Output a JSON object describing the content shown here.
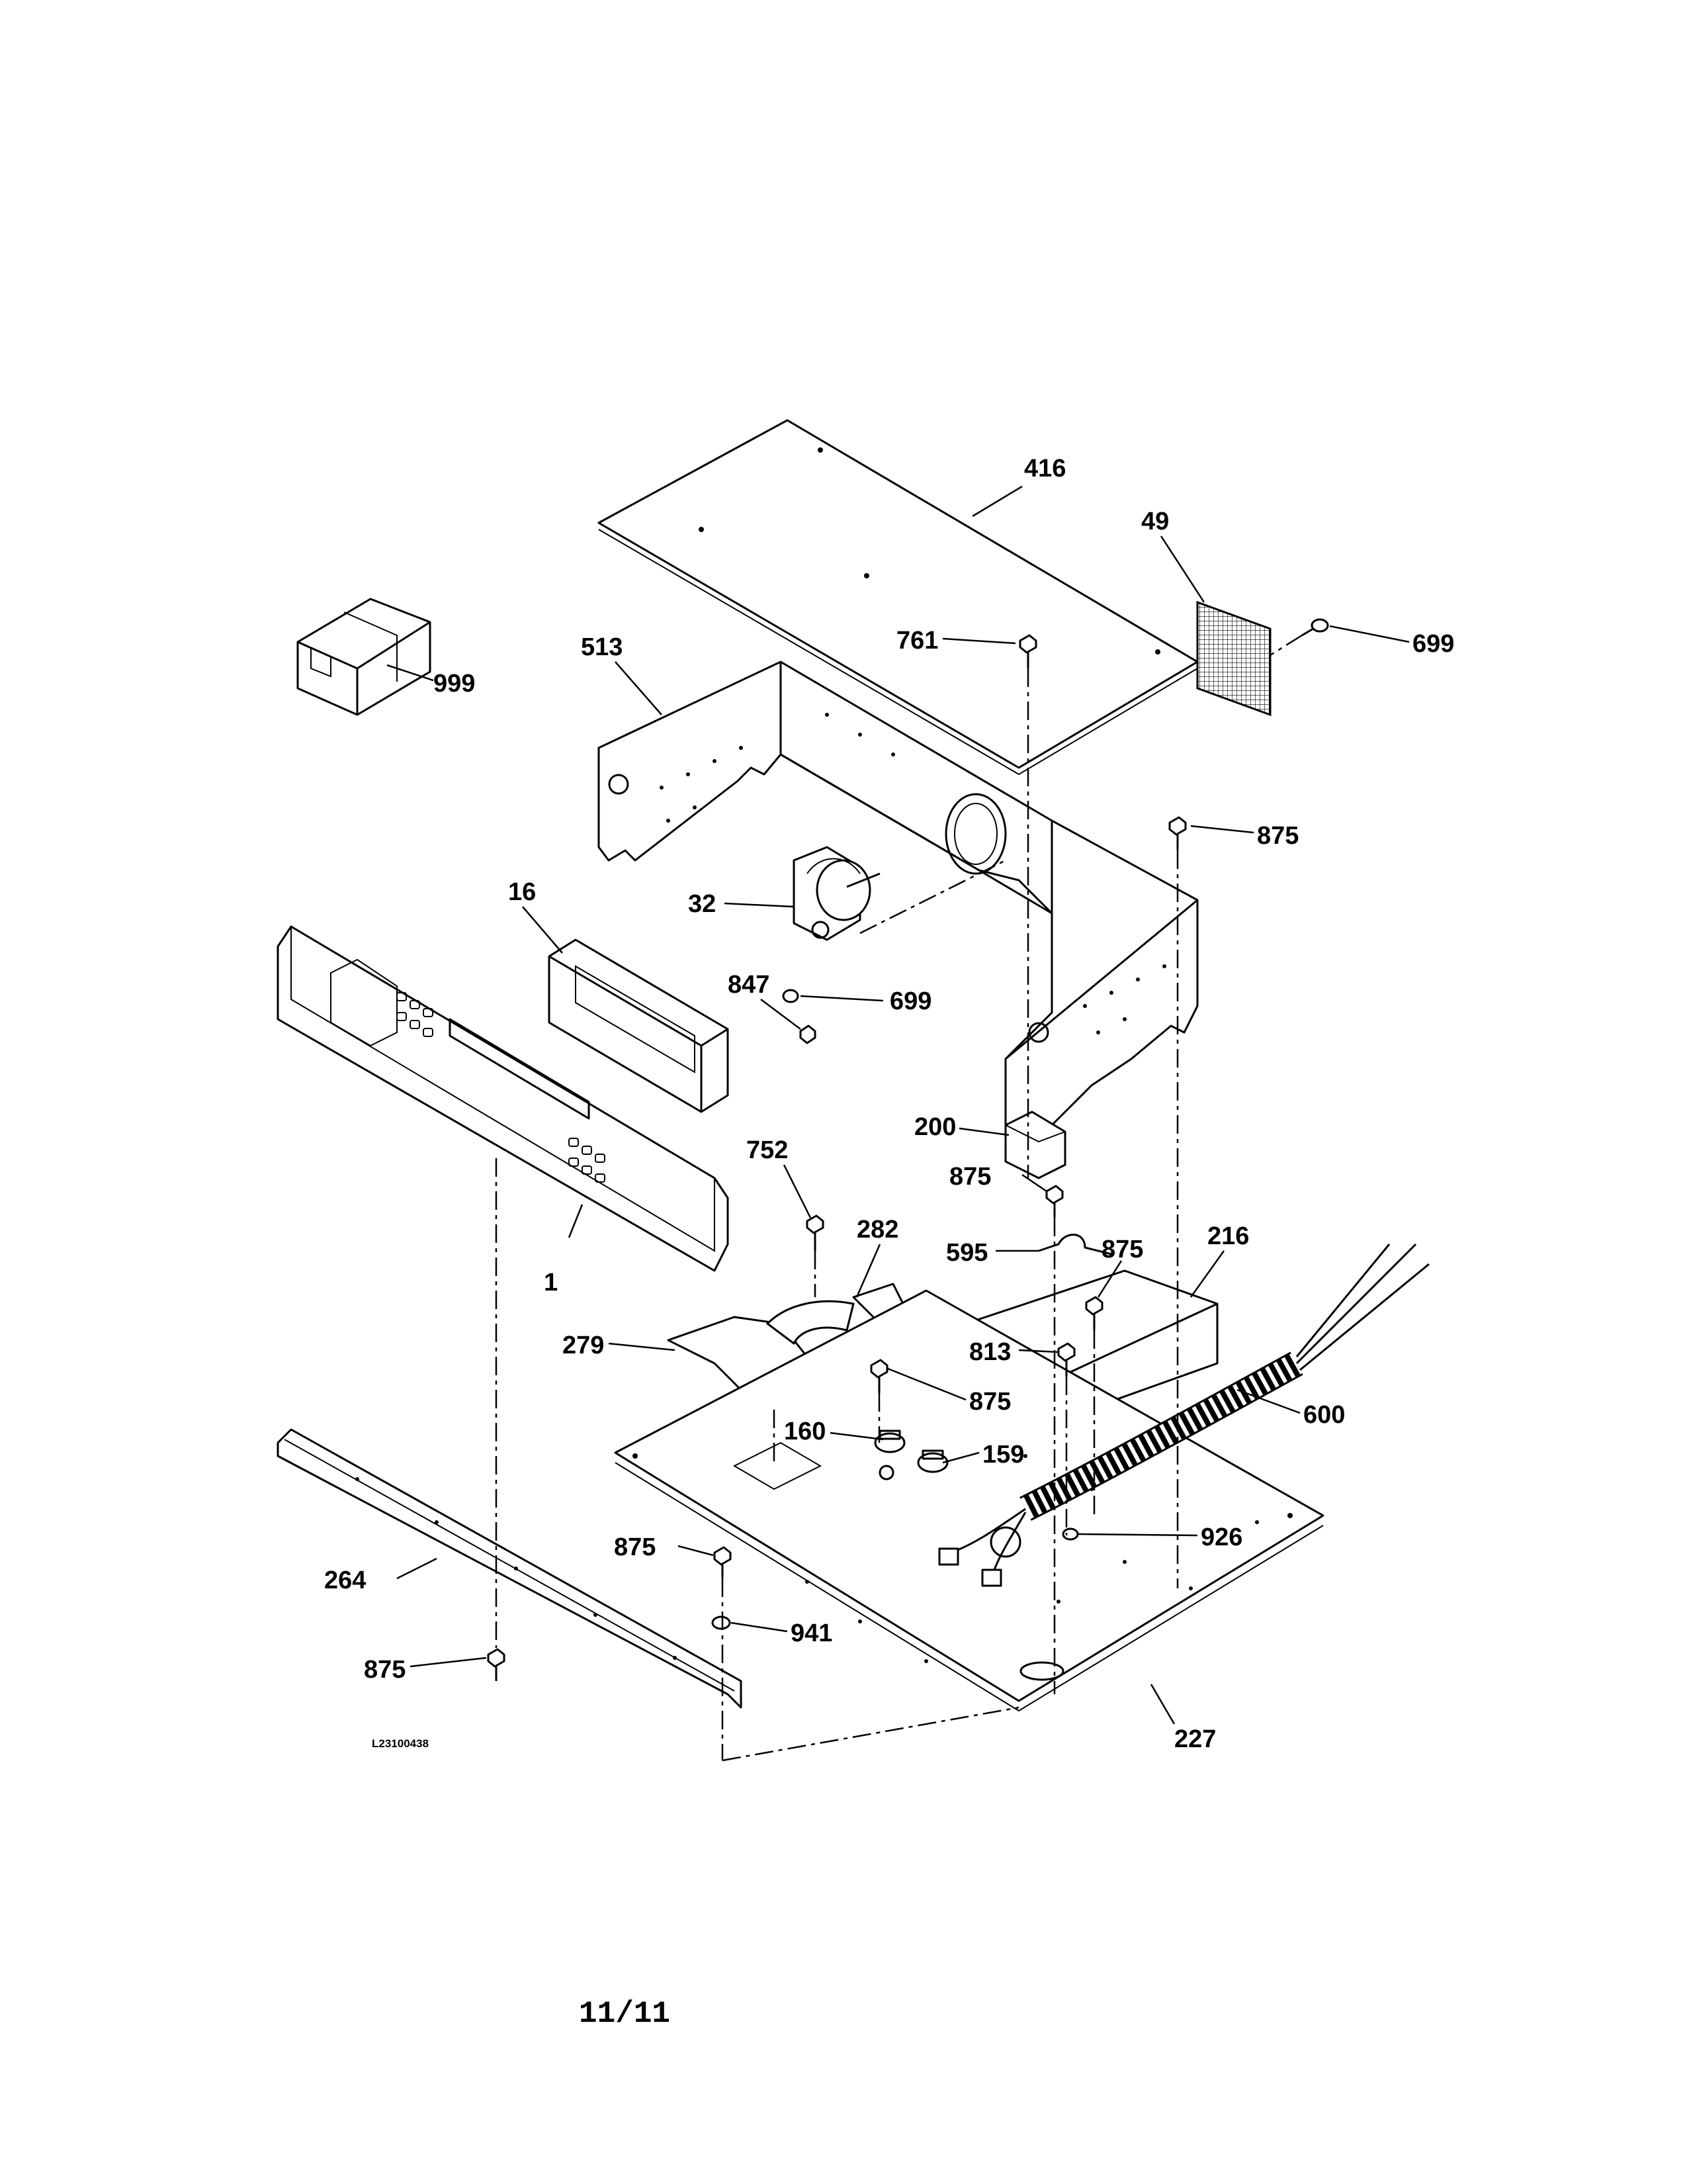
{
  "diagram": {
    "drawing_code": "L23100438",
    "page_number": "11/11",
    "callouts": [
      {
        "id": "c416",
        "label": "416"
      },
      {
        "id": "c49",
        "label": "49"
      },
      {
        "id": "c699a",
        "label": "699"
      },
      {
        "id": "c761",
        "label": "761"
      },
      {
        "id": "c513",
        "label": "513"
      },
      {
        "id": "c999",
        "label": "999"
      },
      {
        "id": "c875a",
        "label": "875"
      },
      {
        "id": "c16",
        "label": "16"
      },
      {
        "id": "c32",
        "label": "32"
      },
      {
        "id": "c847",
        "label": "847"
      },
      {
        "id": "c699b",
        "label": "699"
      },
      {
        "id": "c200",
        "label": "200"
      },
      {
        "id": "c752",
        "label": "752"
      },
      {
        "id": "c875b",
        "label": "875"
      },
      {
        "id": "c282",
        "label": "282"
      },
      {
        "id": "c216",
        "label": "216"
      },
      {
        "id": "c595",
        "label": "595"
      },
      {
        "id": "c875c",
        "label": "875"
      },
      {
        "id": "c1",
        "label": "1"
      },
      {
        "id": "c279",
        "label": "279"
      },
      {
        "id": "c813",
        "label": "813"
      },
      {
        "id": "c875d",
        "label": "875"
      },
      {
        "id": "c600",
        "label": "600"
      },
      {
        "id": "c160",
        "label": "160"
      },
      {
        "id": "c159",
        "label": "159"
      },
      {
        "id": "c926",
        "label": "926"
      },
      {
        "id": "c875e",
        "label": "875"
      },
      {
        "id": "c264",
        "label": "264"
      },
      {
        "id": "c941",
        "label": "941"
      },
      {
        "id": "c875f",
        "label": "875"
      },
      {
        "id": "c227",
        "label": "227"
      }
    ]
  }
}
